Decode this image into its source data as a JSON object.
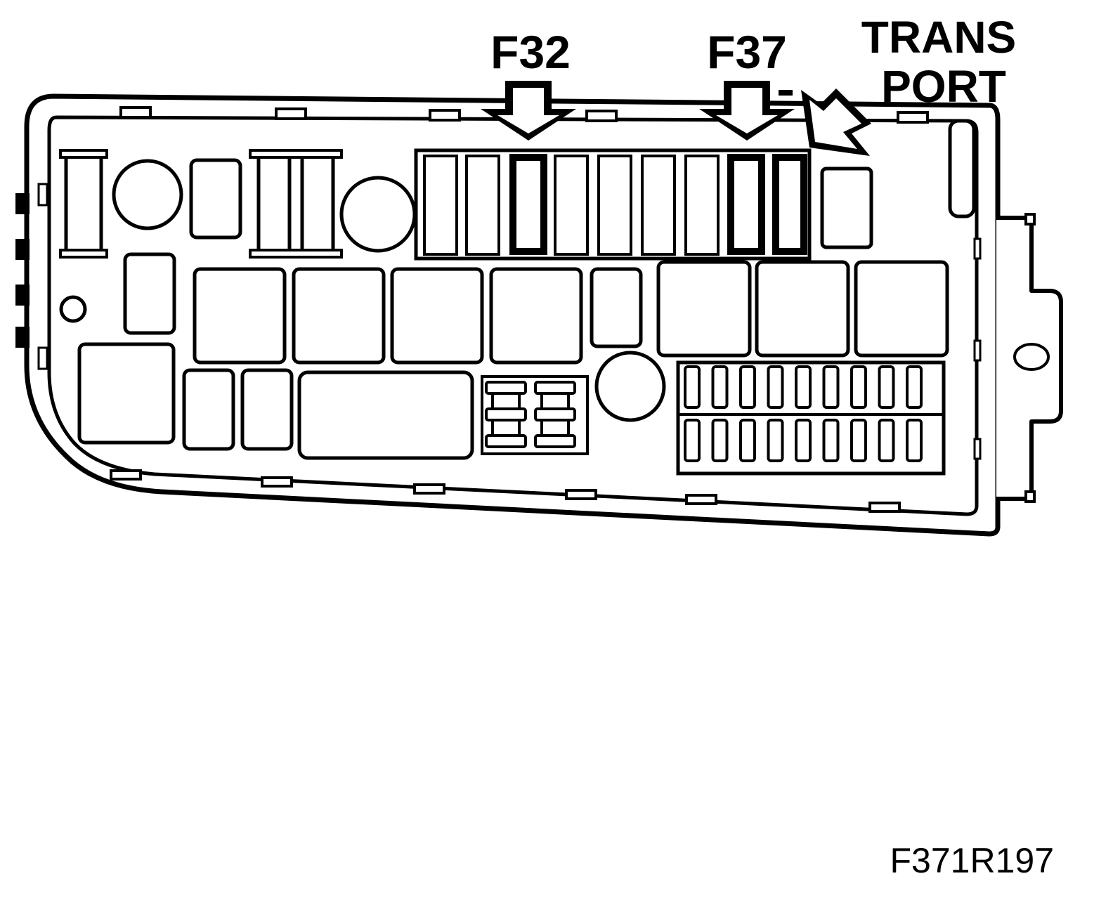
{
  "labels": {
    "f32": "F32",
    "f37": "F37",
    "trans_line1": "TRANS",
    "trans_line2": "PORT",
    "figure_ref": "F371R197"
  },
  "colors": {
    "line": "#000000",
    "background": "#ffffff"
  }
}
